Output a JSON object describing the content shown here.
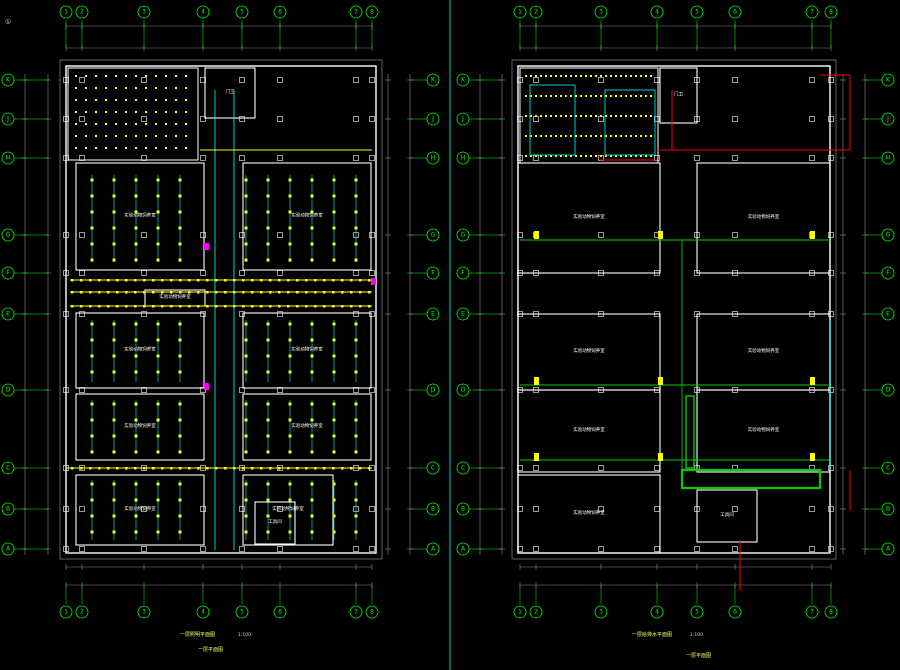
{
  "drawing_number": "①",
  "left_sheet": {
    "title": "一层照明平面图",
    "subtitle": "一层平面图",
    "scale": "1:100",
    "column_axes": [
      "1",
      "2",
      "3",
      "4",
      "5",
      "6",
      "7",
      "8"
    ],
    "row_axes": [
      "A",
      "B",
      "C",
      "D",
      "E",
      "F",
      "G",
      "H",
      "J",
      "K"
    ],
    "room_labels": [
      "实验动物饲养室",
      "实验动物饲养室",
      "实验动物饲养室",
      "实验动物饲养室",
      "实验动物饲养室",
      "实验动物饲养室",
      "实验动物饲养室",
      "实验动物饲养室",
      "实验动物饲养室",
      "门卫",
      "工具间"
    ]
  },
  "right_sheet": {
    "title": "一层给排水平面图",
    "subtitle": "一层平面图",
    "scale": "1:100",
    "column_axes": [
      "1",
      "2",
      "3",
      "4",
      "5",
      "6",
      "7",
      "8"
    ],
    "row_axes": [
      "A",
      "B",
      "C",
      "D",
      "E",
      "F",
      "G",
      "H",
      "J",
      "K"
    ],
    "room_labels": [
      "实验动物饲养室",
      "实验动物饲养室",
      "实验动物饲养室",
      "实验动物饲养室",
      "实验动物饲养室",
      "实验动物饲养室",
      "实验动物饲养室",
      "门卫",
      "工具间"
    ]
  },
  "colors": {
    "background": "#000000",
    "walls": "#ffffff",
    "axis_grid": "#00ff00",
    "lighting_fixtures": "#ffff00",
    "wiring": "#00ffff",
    "fire_water": "#ff0000",
    "drain": "#00cc00",
    "cold_water": "#00ffff",
    "outline": "#777777",
    "panel": "#ff00ff"
  }
}
